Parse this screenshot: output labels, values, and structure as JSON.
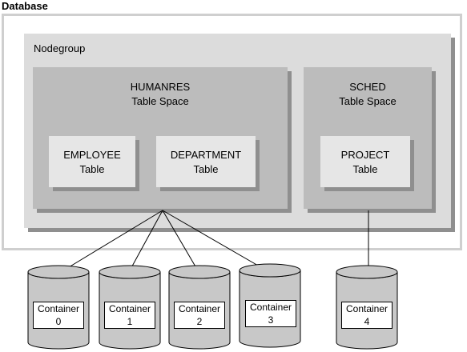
{
  "database": {
    "title": "Database"
  },
  "nodegroup": {
    "label": "Nodegroup"
  },
  "tablespaces": [
    {
      "name": "HUMANRES",
      "sub": "Table Space"
    },
    {
      "name": "SCHED",
      "sub": "Table Space"
    }
  ],
  "tables": [
    {
      "name": "EMPLOYEE",
      "sub": "Table"
    },
    {
      "name": "DEPARTMENT",
      "sub": "Table"
    },
    {
      "name": "PROJECT",
      "sub": "Table"
    }
  ],
  "containers": [
    {
      "label": "Container",
      "num": "0"
    },
    {
      "label": "Container",
      "num": "1"
    },
    {
      "label": "Container",
      "num": "2"
    },
    {
      "label": "Container",
      "num": "3"
    },
    {
      "label": "Container",
      "num": "4"
    }
  ],
  "colors": {
    "frame": "#cfcfcf",
    "nodegroup": "#dcdcdc",
    "tablespace": "#bcbcbc",
    "table": "#e6e6e6",
    "shadow": "#8f8f8f",
    "container": "#c8c8c8"
  }
}
